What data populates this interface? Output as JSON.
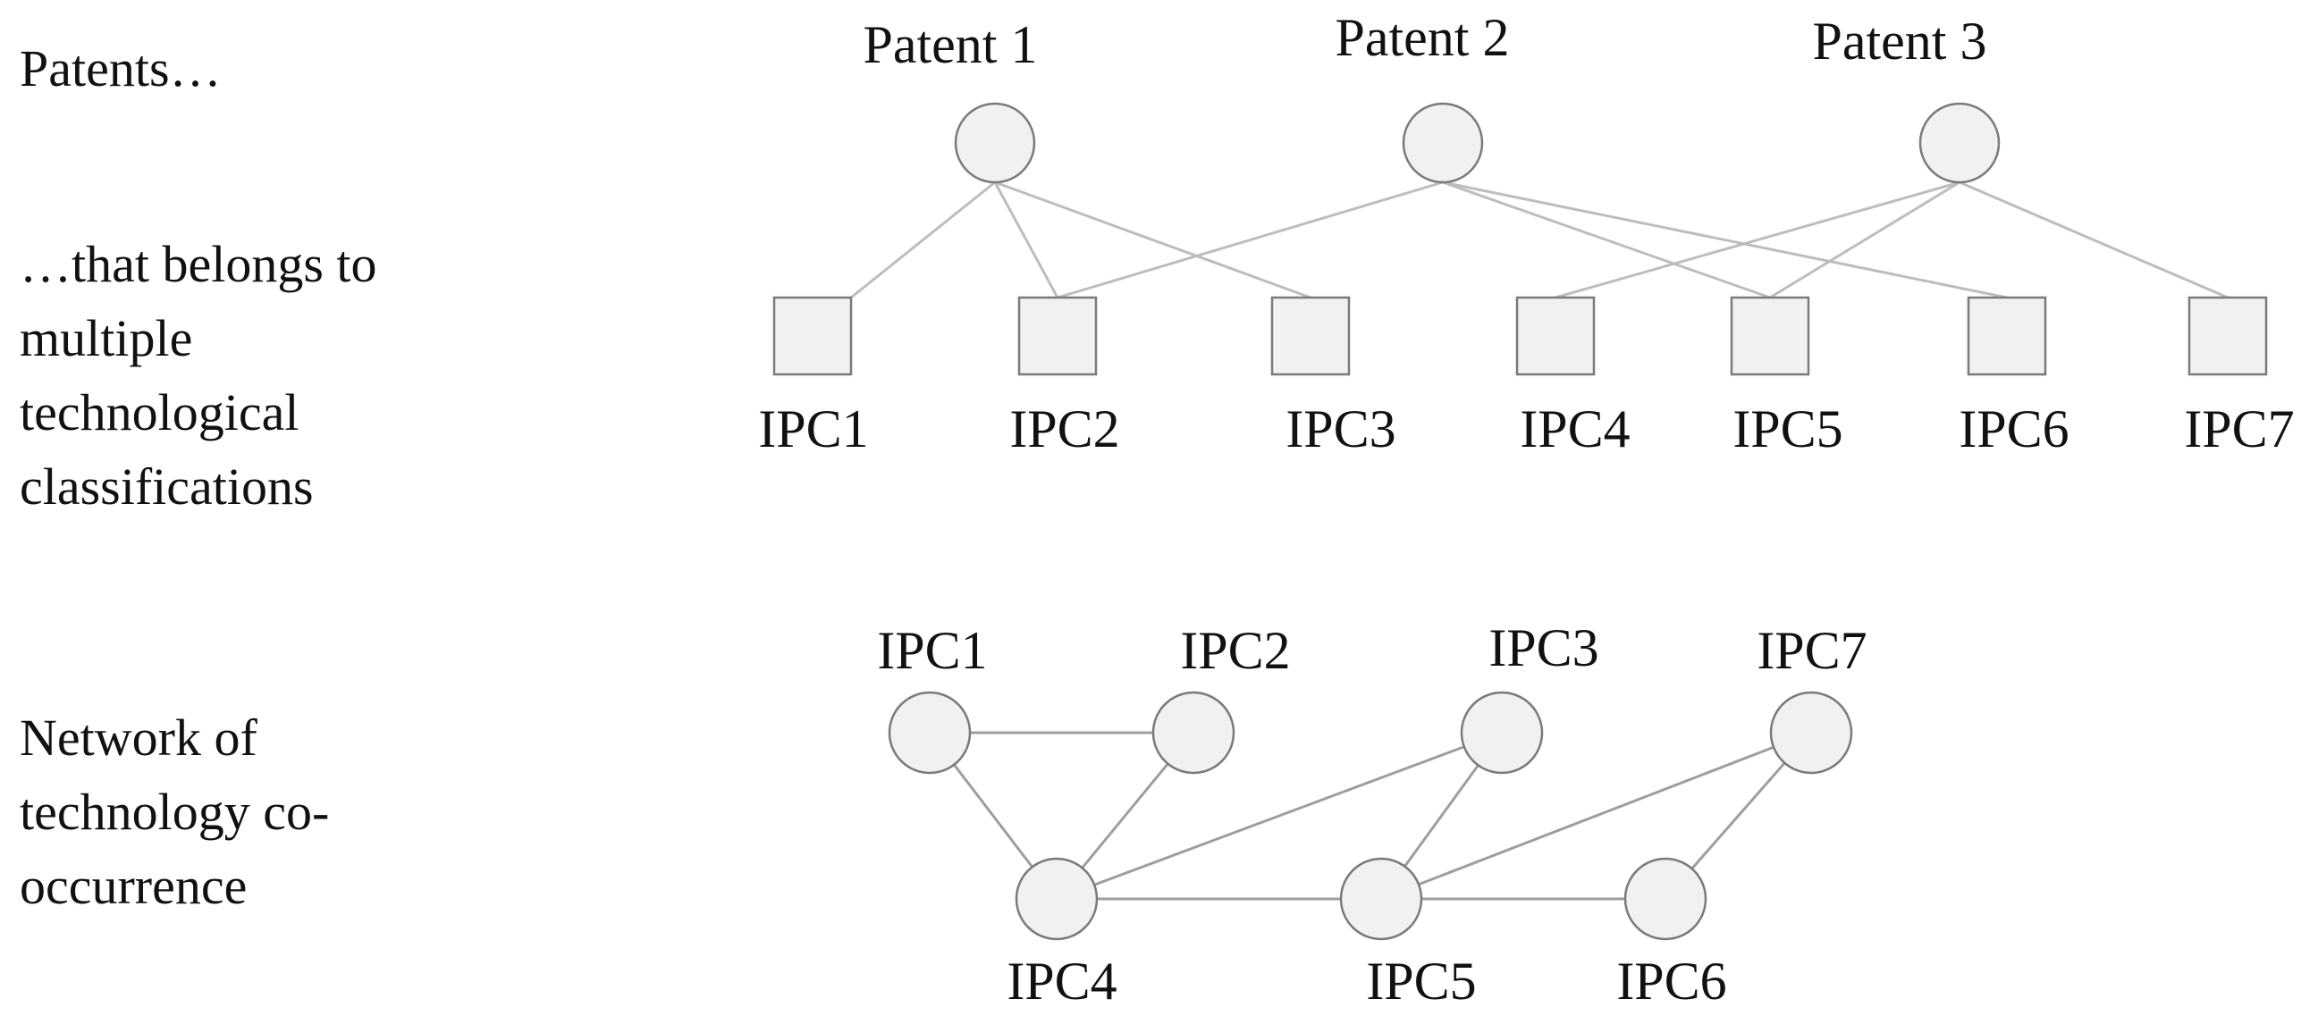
{
  "side_labels": {
    "patents": "Patents…",
    "belongs": [
      "…that belongs to",
      "multiple",
      "technological",
      "classifications"
    ],
    "network": [
      "Network of",
      "technology co-",
      "occurrence"
    ]
  },
  "bipartite": {
    "patents": [
      "Patent 1",
      "Patent 2",
      "Patent 3"
    ],
    "ipcs": [
      "IPC1",
      "IPC2",
      "IPC3",
      "IPC4",
      "IPC5",
      "IPC6",
      "IPC7"
    ],
    "edges": [
      [
        "Patent 1",
        "IPC1"
      ],
      [
        "Patent 1",
        "IPC2"
      ],
      [
        "Patent 1",
        "IPC3"
      ],
      [
        "Patent 2",
        "IPC2"
      ],
      [
        "Patent 2",
        "IPC5"
      ],
      [
        "Patent 2",
        "IPC6"
      ],
      [
        "Patent 3",
        "IPC4"
      ],
      [
        "Patent 3",
        "IPC5"
      ],
      [
        "Patent 3",
        "IPC7"
      ]
    ]
  },
  "network": {
    "nodes": [
      "IPC1",
      "IPC2",
      "IPC3",
      "IPC7",
      "IPC4",
      "IPC5",
      "IPC6"
    ],
    "edges": [
      [
        "IPC1",
        "IPC2"
      ],
      [
        "IPC1",
        "IPC4"
      ],
      [
        "IPC2",
        "IPC4"
      ],
      [
        "IPC4",
        "IPC3"
      ],
      [
        "IPC4",
        "IPC5"
      ],
      [
        "IPC3",
        "IPC5"
      ],
      [
        "IPC5",
        "IPC7"
      ],
      [
        "IPC5",
        "IPC6"
      ],
      [
        "IPC6",
        "IPC7"
      ]
    ]
  }
}
